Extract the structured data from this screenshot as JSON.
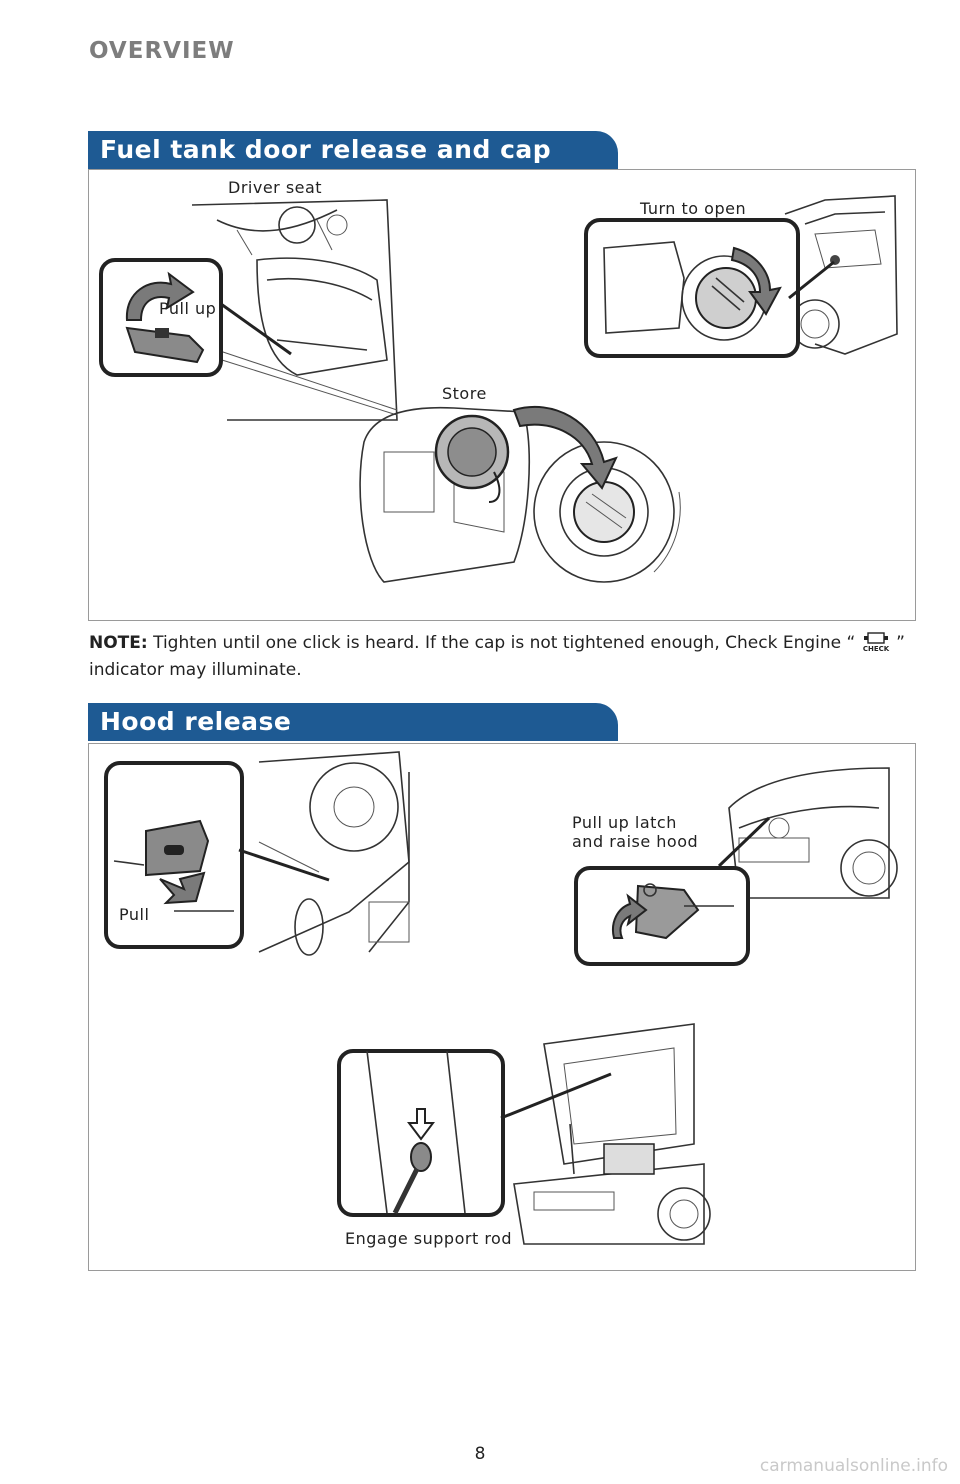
{
  "page": {
    "section": "OVERVIEW",
    "page_number": "8",
    "watermark": "carmanualsonline.info"
  },
  "fuel": {
    "title": "Fuel tank door release and cap",
    "labels": {
      "driver_seat": "Driver seat",
      "turn_to_open": "Turn to open",
      "pull_up": "Pull up",
      "store": "Store"
    }
  },
  "note": {
    "lead": "NOTE:",
    "text_before_icon": "Tighten until one click is heard. If the cap is not tightened enough, Check Engine “",
    "text_after_icon": "” indicator may illuminate.",
    "icon": "check-engine-icon"
  },
  "hood": {
    "title": "Hood release",
    "labels": {
      "pull_up_latch": "Pull up latch\nand raise hood",
      "pull": "Pull",
      "engage_support_rod": "Engage support rod"
    }
  }
}
